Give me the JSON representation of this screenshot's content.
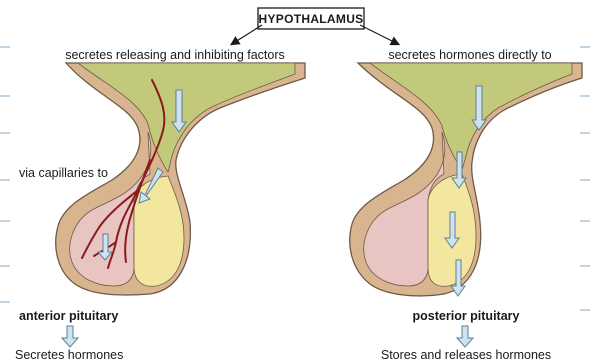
{
  "title": "HYPOTHALAMUS",
  "left": {
    "top_label": "secretes releasing and inhibiting factors",
    "side_label": "via capillaries to",
    "name": "anterior pituitary",
    "bottom_label": "Secretes hormones"
  },
  "right": {
    "top_label": "secretes hormones directly to",
    "name": "posterior pituitary",
    "bottom_label": "Stores and releases hormones"
  },
  "colors": {
    "hypothalamus_green": "#c2c97a",
    "stalk_tan": "#d9b58f",
    "anterior_pink": "#e8c4c2",
    "posterior_yellow": "#f3e7a0",
    "capillary_red": "#8b1a1a",
    "flow_arrow": "#cfe3ee"
  }
}
